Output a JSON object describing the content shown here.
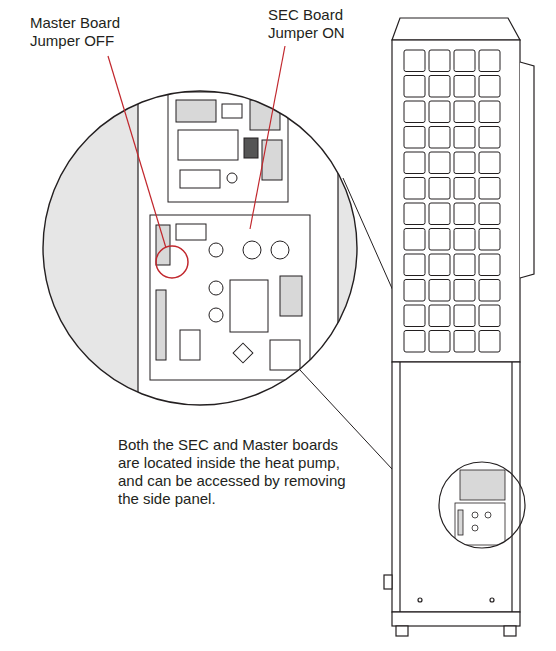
{
  "diagram": {
    "labels": [
      "Master Board Jumper OFF",
      "SEC Board Jumper ON",
      "Both the SEC and Master boards are located inside the heat pump, and can be accessed by removing the side panel."
    ]
  }
}
